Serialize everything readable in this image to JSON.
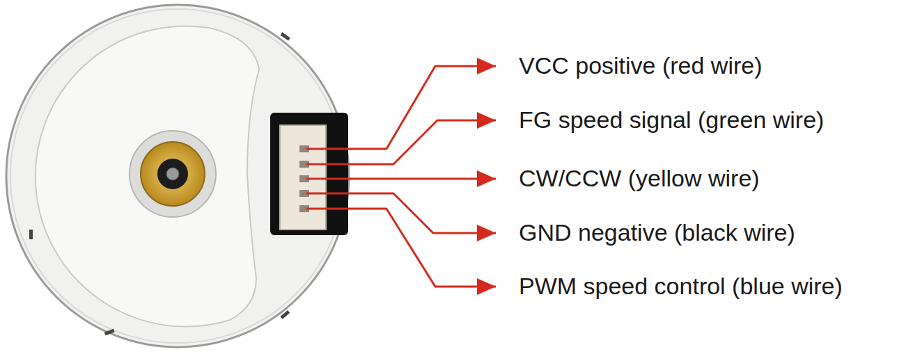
{
  "diagram": {
    "labels": [
      "VCC positive (red wire)",
      "FG speed signal (green wire)",
      "CW/CCW (yellow wire)",
      "GND negative (black wire)",
      "PWM speed control (blue wire)"
    ]
  }
}
